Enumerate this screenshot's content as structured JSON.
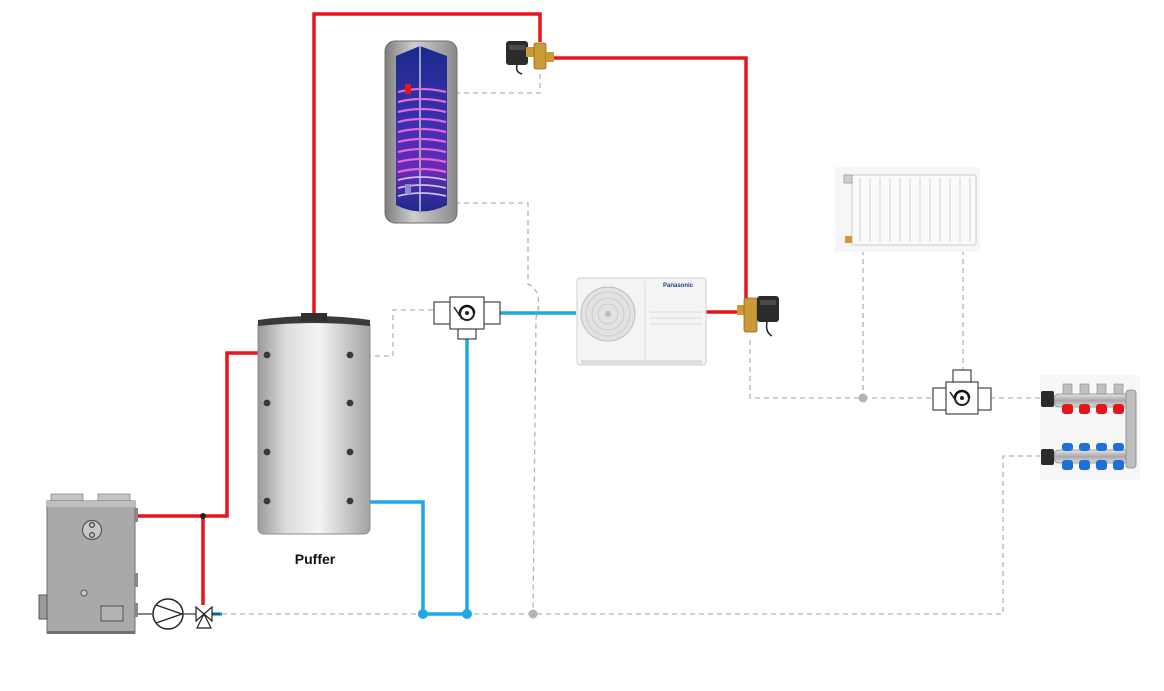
{
  "diagram": {
    "labels": {
      "buffer_tank": "Puffer"
    },
    "heat_pump": {
      "brand": "Panasonic"
    },
    "colors": {
      "supply_pipe": "#e8141b",
      "return_pipe": "#1ea9e6",
      "control_line": "#b3b3b3",
      "boiler_body": "#a9a9a9",
      "tank_body": "#d9d9d9"
    },
    "components": [
      {
        "name": "solid-fuel-boiler",
        "icon": "boiler-icon"
      },
      {
        "name": "circulation-pump",
        "icon": "pump-icon"
      },
      {
        "name": "three-way-mixing-valve",
        "icon": "mixing-valve-icon"
      },
      {
        "name": "buffer-tank",
        "icon": "tank-icon"
      },
      {
        "name": "hot-water-cylinder",
        "icon": "cylinder-coil-icon"
      },
      {
        "name": "zone-valve-dhw",
        "icon": "motorized-valve-icon"
      },
      {
        "name": "zone-valve-heatpump",
        "icon": "motorized-valve-icon"
      },
      {
        "name": "heat-pump",
        "icon": "heat-pump-icon"
      },
      {
        "name": "diverter-valve-left",
        "icon": "diverter-valve-icon"
      },
      {
        "name": "diverter-valve-right",
        "icon": "diverter-valve-icon"
      },
      {
        "name": "panel-radiator",
        "icon": "radiator-icon"
      },
      {
        "name": "floor-heating-manifold",
        "icon": "manifold-icon"
      }
    ]
  }
}
